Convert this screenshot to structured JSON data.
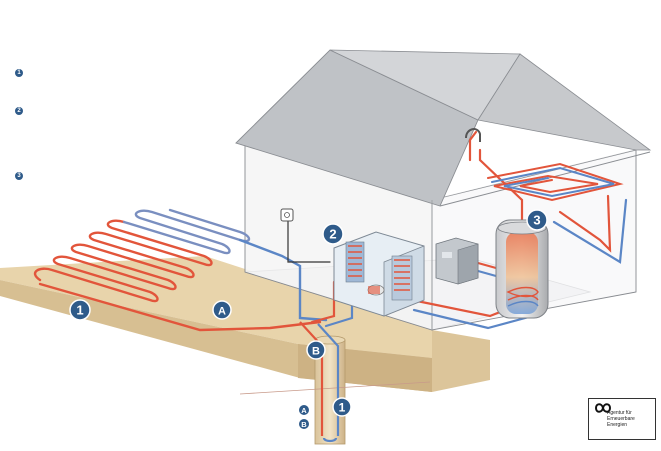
{
  "legend": {
    "items": [
      {
        "num": "1"
      },
      {
        "num": "2"
      },
      {
        "num": "3"
      }
    ]
  },
  "callouts": {
    "c1": "1",
    "c2": "2",
    "c3": "3",
    "cA": "A",
    "cB": "B",
    "well_A": "A",
    "well_B": "B",
    "well_1": "1"
  },
  "logo": {
    "line1": "Agentur für",
    "line2": "Erneuerbare",
    "line3": "Energien"
  },
  "colors": {
    "supply": "#e2553b",
    "return": "#5b86c6",
    "badge": "#2f5b8a",
    "ground": "#e9d8b4",
    "ground_edge": "#c9b48a",
    "roof": "#b9bcc0"
  }
}
